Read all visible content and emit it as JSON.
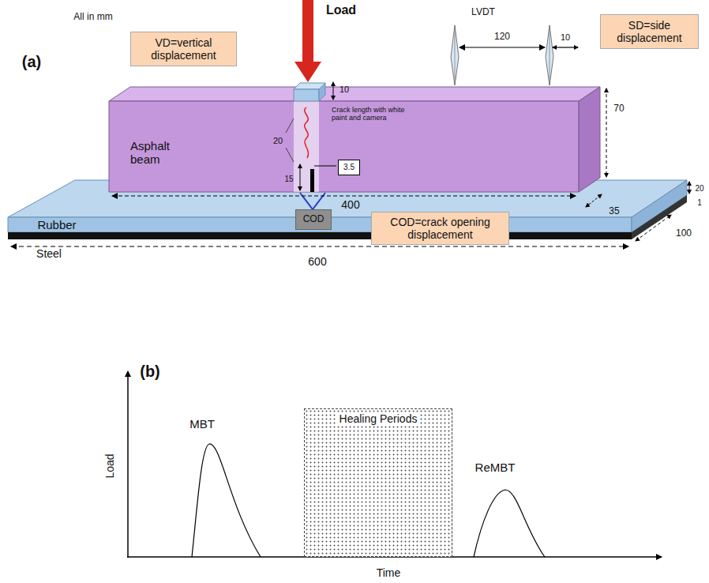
{
  "diagram": {
    "nodes": [
      {
        "text": [
          "VD=vertical displacement"
        ]
      },
      {
        "text": [
          "SD=side displacement"
        ]
      },
      {
        "text": [
          "3.5"
        ]
      },
      {
        "text": [
          "COD"
        ]
      },
      {
        "text": [
          "COD=crack opening displacement"
        ]
      },
      {
        "text": [
          "Healing Periods"
        ]
      }
    ],
    "labels": [
      "(a)",
      "All in mm",
      "Load",
      "10",
      "LVDT",
      "120",
      "10",
      "70",
      "Asphalt beam",
      "Crack length with white paint and camera",
      "20",
      "15",
      "400",
      "35",
      "Rubber",
      "Steel",
      "20",
      "1",
      "100",
      "600",
      "(b)",
      "Load",
      "MBT",
      "ReMBT",
      "Time"
    ]
  }
}
